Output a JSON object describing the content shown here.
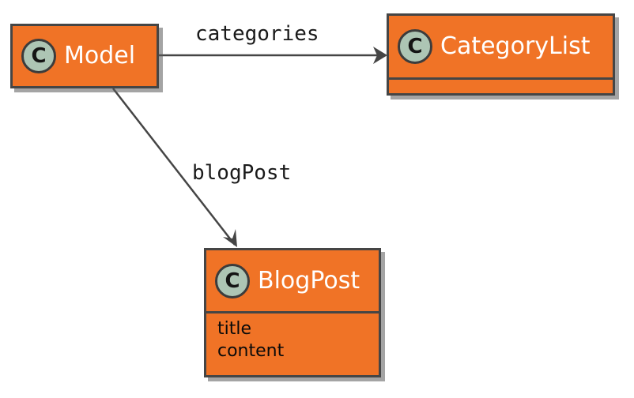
{
  "diagram": {
    "classes": {
      "model": {
        "badge": "C",
        "name": "Model"
      },
      "category_list": {
        "badge": "C",
        "name": "CategoryList"
      },
      "blog_post": {
        "badge": "C",
        "name": "BlogPost",
        "attributes": [
          "title",
          "content"
        ]
      }
    },
    "relations": {
      "categories": {
        "label": "categories",
        "from": "Model",
        "to": "CategoryList"
      },
      "blog_post": {
        "label": "blogPost",
        "from": "Model",
        "to": "BlogPost"
      }
    },
    "colors": {
      "class_fill": "#f07326",
      "class_border": "#454545",
      "badge_fill": "#adc5b4",
      "edge": "#454545"
    }
  }
}
